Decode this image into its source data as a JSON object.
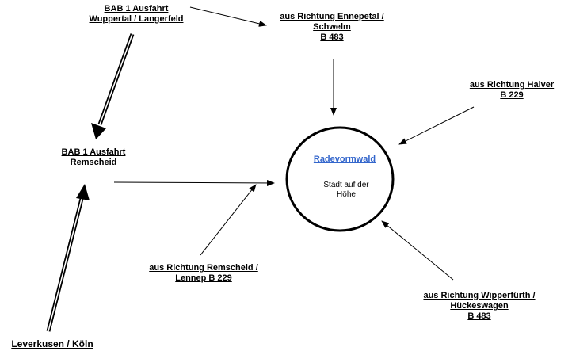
{
  "labels": {
    "bab1_wuppertal": [
      "BAB 1  Ausfahrt",
      "Wuppertal  / Langerfeld"
    ],
    "ennepetal": [
      "aus Richtung Ennepetal /",
      "Schwelm",
      "B 483"
    ],
    "halver": [
      "aus Richtung Halver",
      "B 229"
    ],
    "bab1_remscheid": [
      "BAB 1 Ausfahrt",
      "Remscheid"
    ],
    "remscheid_lennep": [
      "aus Richtung Remscheid /",
      "Lennep  B 229"
    ],
    "wipperfuerth": [
      "aus Richtung  Wipperfürth /",
      "Hückeswagen",
      "B 483"
    ],
    "leverkusen": [
      "Leverkusen / Köln"
    ]
  },
  "city": {
    "name": "Radevormwald",
    "subtitle": [
      "Stadt auf der",
      "Höhe"
    ]
  }
}
